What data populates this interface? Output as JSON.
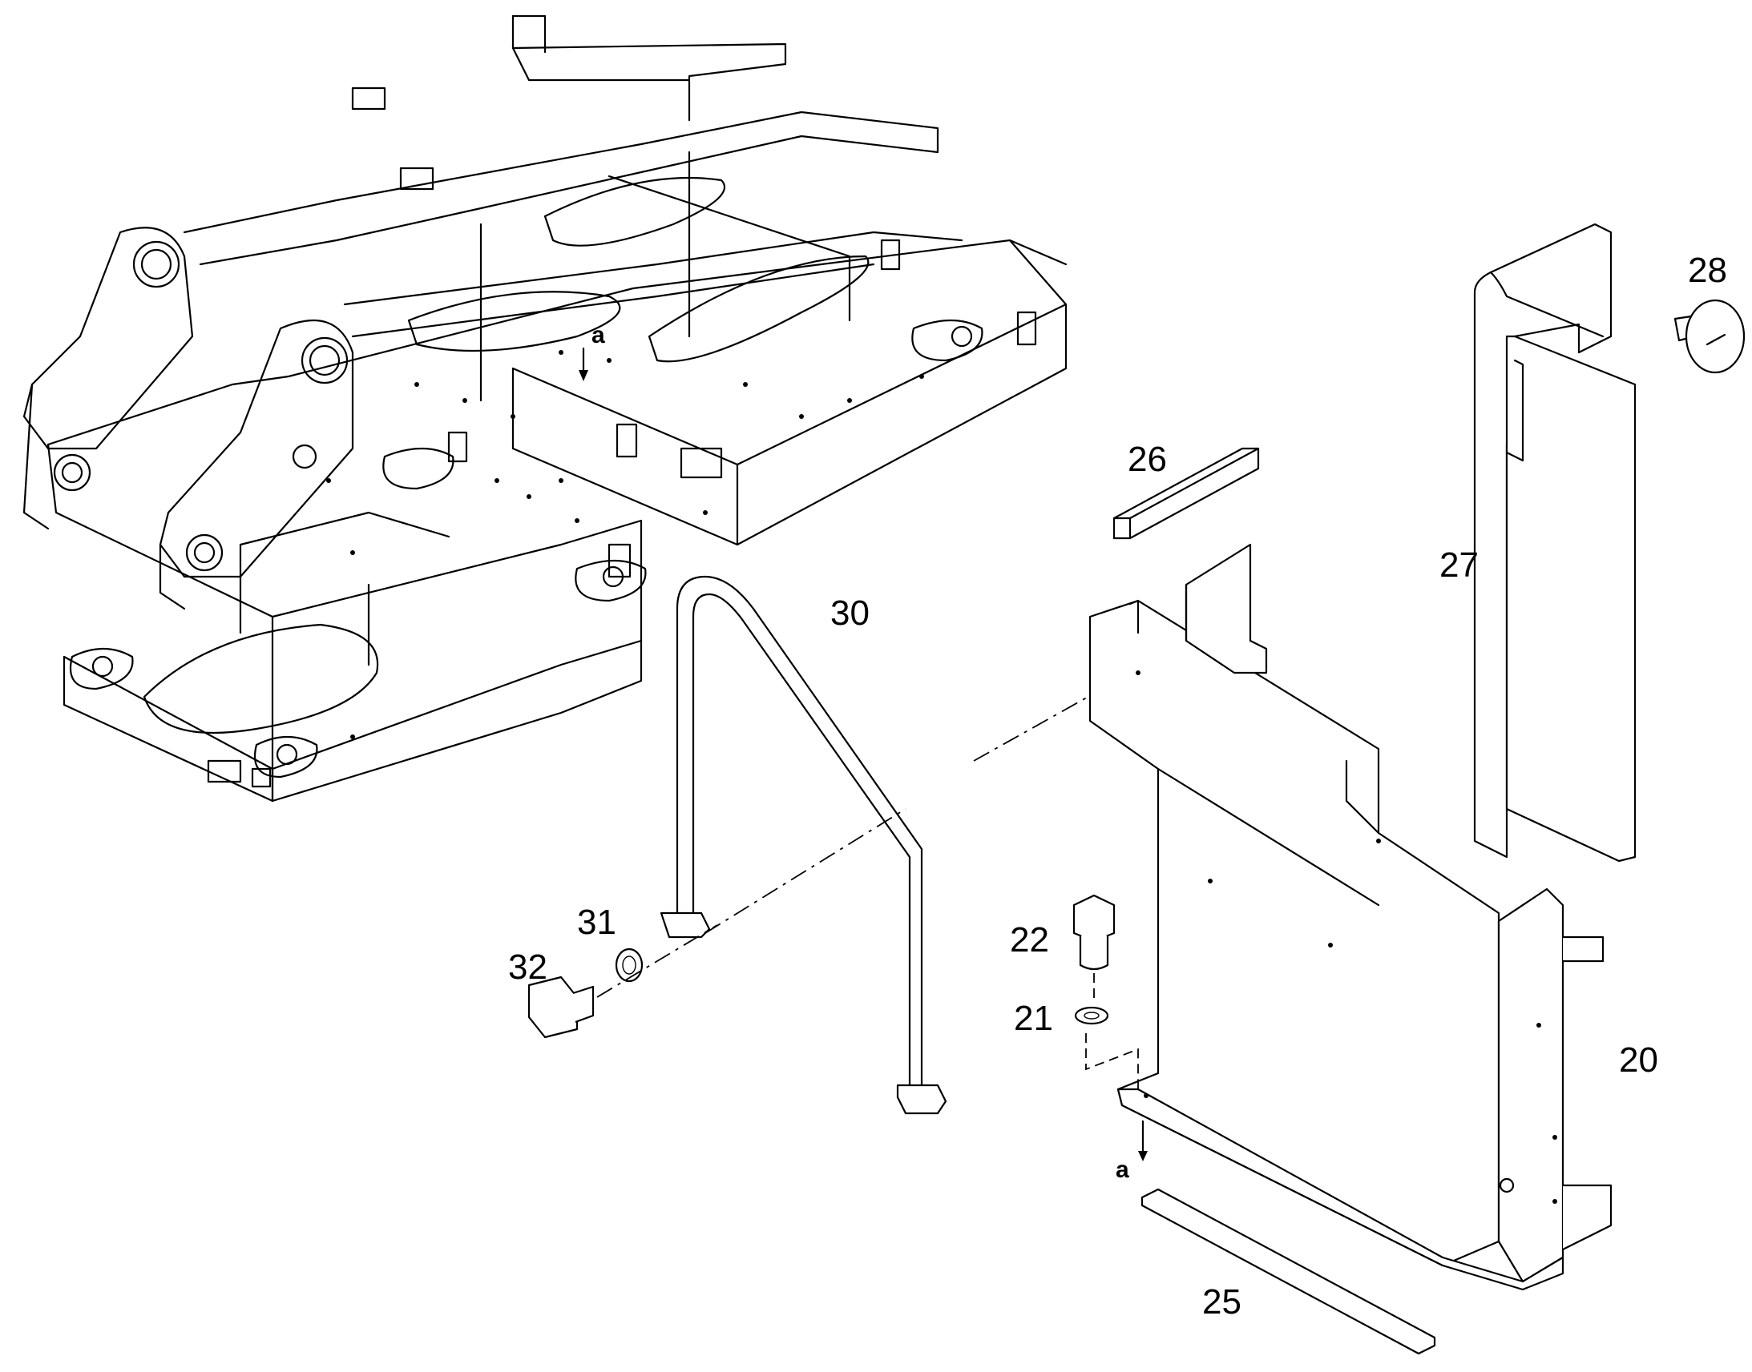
{
  "callouts": [
    {
      "id": "20",
      "text": "20"
    },
    {
      "id": "21",
      "text": "21"
    },
    {
      "id": "22",
      "text": "22"
    },
    {
      "id": "25",
      "text": "25"
    },
    {
      "id": "26",
      "text": "26"
    },
    {
      "id": "27",
      "text": "27"
    },
    {
      "id": "28",
      "text": "28"
    },
    {
      "id": "30",
      "text": "30"
    },
    {
      "id": "31",
      "text": "31"
    },
    {
      "id": "32",
      "text": "32"
    }
  ],
  "reference_marks": [
    {
      "id": "a-top",
      "text": "a"
    },
    {
      "id": "a-bottom",
      "text": "a"
    }
  ]
}
